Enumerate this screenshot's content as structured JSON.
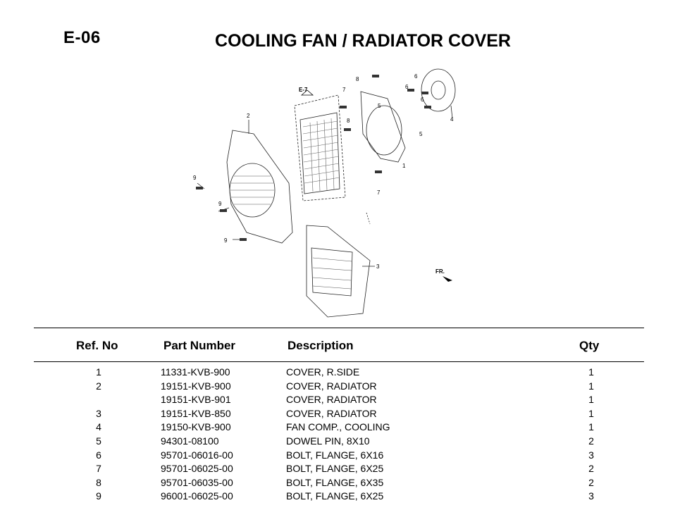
{
  "page": {
    "code": "E-06",
    "title": "COOLING FAN / RADIATOR COVER"
  },
  "diagram": {
    "callouts": [
      "1",
      "2",
      "3",
      "4",
      "5",
      "5",
      "6",
      "6",
      "6",
      "7",
      "7",
      "8",
      "8",
      "9",
      "9",
      "9"
    ],
    "ref_label": "E-7",
    "direction_label": "FR."
  },
  "table": {
    "headers": {
      "ref": "Ref. No",
      "part": "Part Number",
      "desc": "Description",
      "qty": "Qty"
    },
    "rows": [
      {
        "ref": "1",
        "part": "11331-KVB-900",
        "desc": "COVER, R.SIDE",
        "qty": "1"
      },
      {
        "ref": "2",
        "part": "19151-KVB-900",
        "desc": "COVER, RADIATOR",
        "qty": "1"
      },
      {
        "ref": "",
        "part": "19151-KVB-901",
        "desc": "COVER, RADIATOR",
        "qty": "1"
      },
      {
        "ref": "3",
        "part": "19151-KVB-850",
        "desc": "COVER, RADIATOR",
        "qty": "1"
      },
      {
        "ref": "4",
        "part": "19150-KVB-900",
        "desc": "FAN COMP., COOLING",
        "qty": "1"
      },
      {
        "ref": "5",
        "part": "94301-08100",
        "desc": "DOWEL PIN, 8X10",
        "qty": "2"
      },
      {
        "ref": "6",
        "part": "95701-06016-00",
        "desc": "BOLT, FLANGE, 6X16",
        "qty": "3"
      },
      {
        "ref": "7",
        "part": "95701-06025-00",
        "desc": "BOLT, FLANGE, 6X25",
        "qty": "2"
      },
      {
        "ref": "8",
        "part": "95701-06035-00",
        "desc": "BOLT, FLANGE, 6X35",
        "qty": "2"
      },
      {
        "ref": "9",
        "part": "96001-06025-00",
        "desc": "BOLT, FLANGE, 6X25",
        "qty": "3"
      }
    ]
  }
}
